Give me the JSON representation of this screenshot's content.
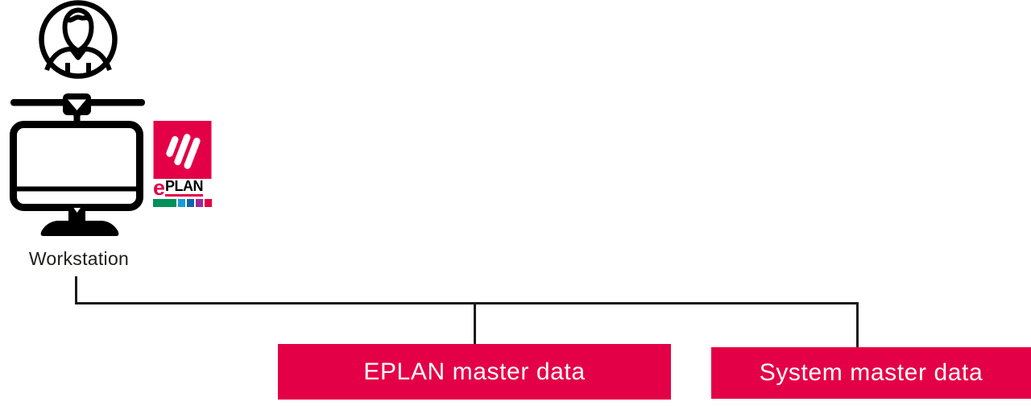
{
  "colors": {
    "accent_red": "#E40046",
    "line_black": "#1a1a1a",
    "text_black": "#1d1d1b",
    "logo_green": "#009159",
    "logo_lightblue": "#189CD8",
    "logo_blue": "#1463AD",
    "logo_purple": "#982D99"
  },
  "workstation": {
    "label": "Workstation",
    "icons": [
      "user-icon",
      "workstation-monitor-icon",
      "eplan-logo"
    ]
  },
  "logo": {
    "e": "e",
    "plan": "PLAN"
  },
  "boxes": [
    {
      "id": "eplan-master-data",
      "label": "EPLAN master data"
    },
    {
      "id": "system-master-data",
      "label": "System master data"
    }
  ]
}
